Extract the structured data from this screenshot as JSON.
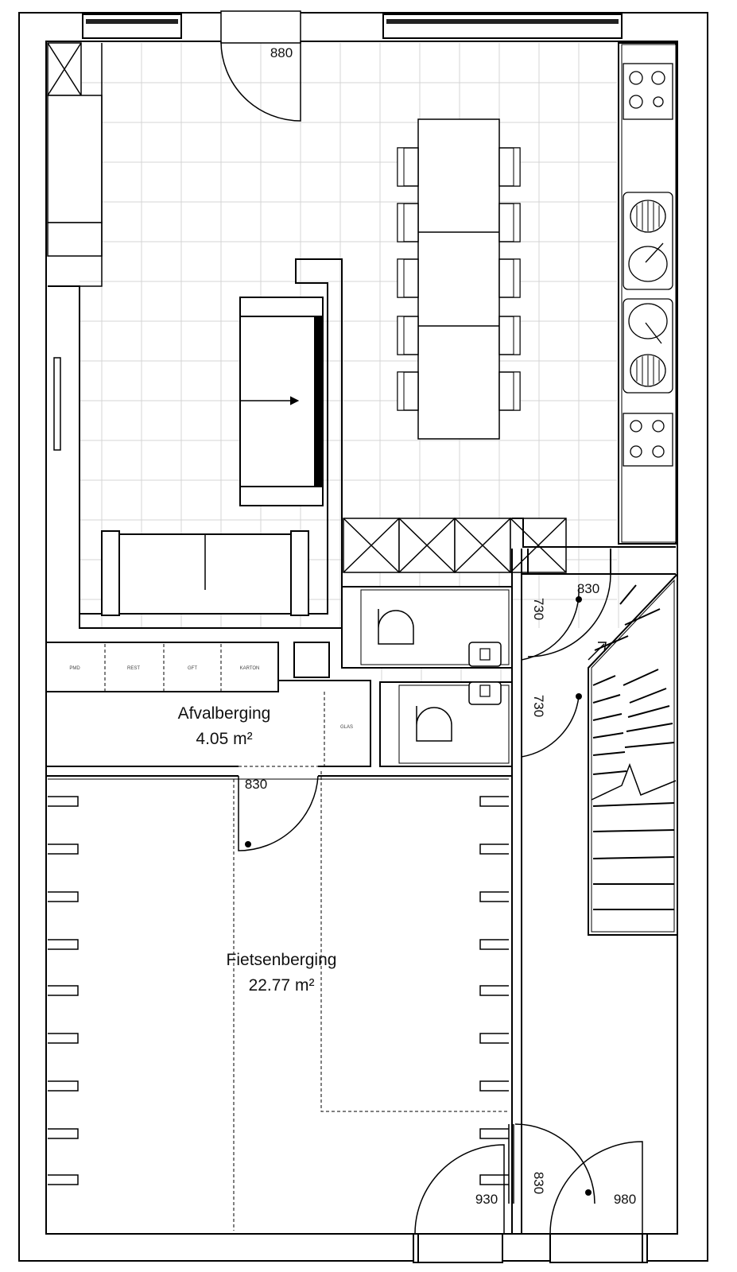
{
  "colors": {
    "wall": "#000000",
    "grid": "#d4d4d4",
    "hatch": "#1a1a1a",
    "background": "#ffffff"
  },
  "rooms": {
    "afvalberging": {
      "name": "Afvalberging",
      "area": "4.05 m²"
    },
    "fietsenberging": {
      "name": "Fietsenberging",
      "area": "22.77 m²"
    }
  },
  "dimensions": {
    "door_top": "880",
    "door_hall_top": "830",
    "door_toilet_1": "730",
    "door_toilet_2": "730",
    "door_bike": "830",
    "door_bottom_left": "930",
    "door_bottom_mid": "830",
    "door_bottom_right": "980"
  },
  "bins": {
    "pmd": "PMD",
    "rest": "REST",
    "gft": "GFT",
    "karton": "KARTON",
    "glas": "GLAS"
  },
  "icons": {
    "door_swing": "door-swing-icon",
    "stove": "stove-icon",
    "sink": "sink-icon",
    "toilet": "toilet-icon",
    "stair": "stair-icon",
    "bike_rack": "bike-rack-icon"
  }
}
